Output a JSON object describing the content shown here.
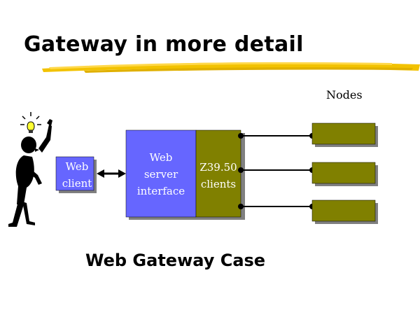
{
  "title": "Gateway in more detail",
  "nodes_label": "Nodes",
  "web_client": {
    "line1": "Web",
    "line2": "client"
  },
  "web_server": {
    "line1": "Web",
    "line2": "server",
    "line3": "interface"
  },
  "z3950": {
    "line1": "Z39.50",
    "line2": "clients"
  },
  "caption": "Web Gateway Case",
  "colors": {
    "web_blue": "#6666ff",
    "olive": "#808000",
    "shadow": "#808080",
    "highlight": "#f2c200"
  },
  "icons": [
    "person-with-idea-icon",
    "lightbulb-icon"
  ]
}
